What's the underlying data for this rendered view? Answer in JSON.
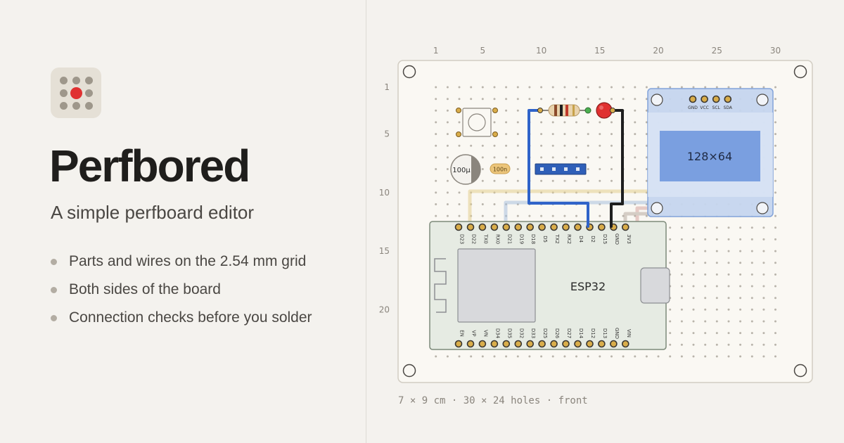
{
  "app": {
    "title": "Perfbored",
    "subtitle": "A simple perfboard editor",
    "logo_icon": "perfboard-dots-icon",
    "accent": "#e03131"
  },
  "features": [
    {
      "text": "Parts and wires on the 2.54 mm grid"
    },
    {
      "text": "Both sides of the board"
    },
    {
      "text": "Connection checks before you solder"
    }
  ],
  "board": {
    "caption": "7 × 9 cm · 30 × 24 holes · front",
    "columns": 30,
    "rows": 24,
    "col_labels": [
      "1",
      "5",
      "10",
      "15",
      "20",
      "25",
      "30"
    ],
    "row_labels": [
      "1",
      "5",
      "10",
      "15",
      "20"
    ]
  },
  "parts": {
    "esp32": {
      "label": "ESP32",
      "top_pins": [
        "D23",
        "D22",
        "TX0",
        "RX0",
        "D21",
        "D19",
        "D18",
        "D5",
        "TX2",
        "RX2",
        "D4",
        "D2",
        "D15",
        "GND",
        "3V3"
      ],
      "bottom_pins": [
        "EN",
        "VP",
        "VN",
        "D34",
        "D35",
        "D32",
        "D33",
        "D25",
        "D26",
        "D27",
        "D14",
        "D12",
        "D13",
        "GND",
        "VIN"
      ]
    },
    "oled": {
      "label": "128×64",
      "pins": [
        "GND",
        "VCC",
        "SCL",
        "SDA"
      ]
    },
    "capacitor_electrolytic": {
      "label": "100µ"
    },
    "capacitor_ceramic": {
      "label": "100n"
    }
  }
}
